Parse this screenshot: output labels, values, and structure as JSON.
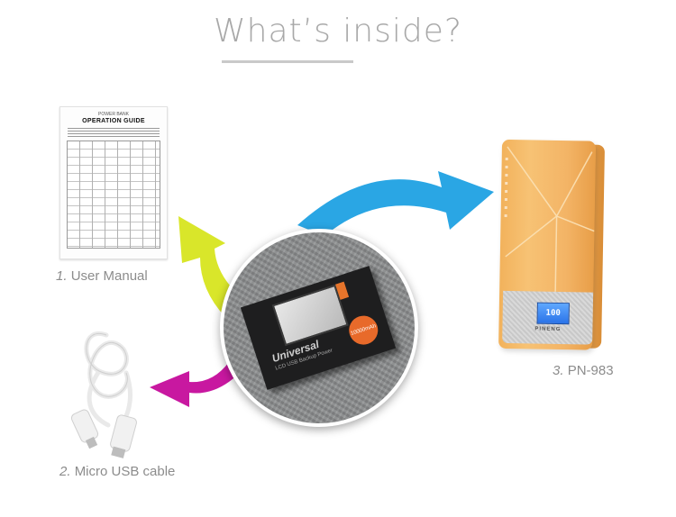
{
  "heading": {
    "title": "What’s inside?"
  },
  "items": [
    {
      "number": "1.",
      "label": "User Manual"
    },
    {
      "number": "2.",
      "label": "Micro USB cable"
    },
    {
      "number": "3.",
      "label": "PN-983"
    }
  ],
  "manual": {
    "header": "POWER BANK",
    "title": "OPERATION GUIDE"
  },
  "powerbank": {
    "lcd_readout": "100",
    "brand": "PINENG"
  },
  "package": {
    "brand_text": "Universal",
    "subtitle": "LCD USB Backup Power",
    "badge": "10000mAh"
  },
  "colors": {
    "arrow_blue": "#2aa6e4",
    "arrow_yellowgreen": "#d9e62a",
    "arrow_magenta": "#c818a0",
    "powerbank_orange": "#f5b867",
    "title_gray": "#a8a8a8"
  },
  "icons": [
    "curved-arrow-icon"
  ]
}
